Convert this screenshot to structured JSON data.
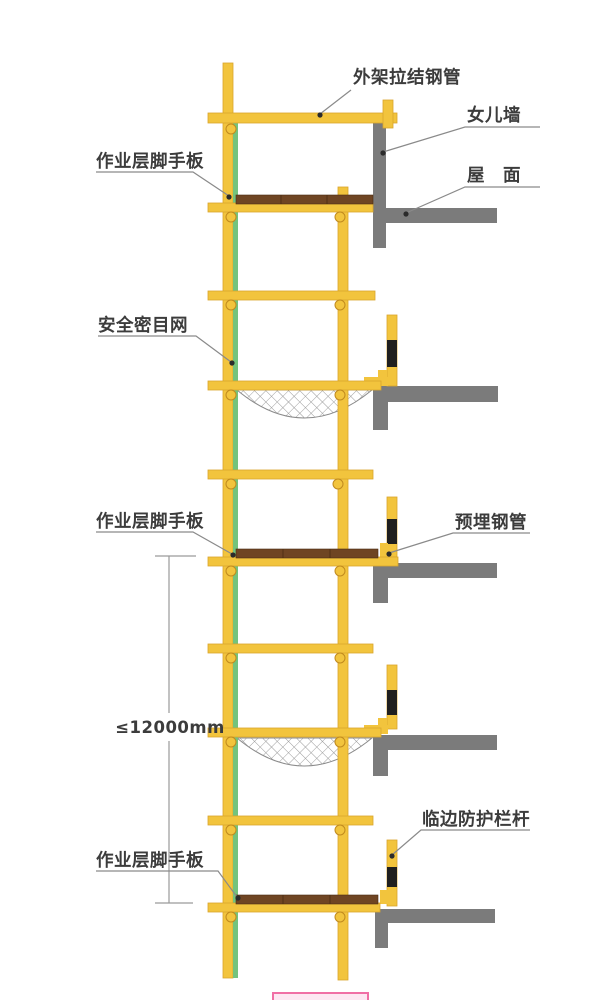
{
  "diagram": {
    "type": "construction-scaffold-safety-section",
    "labels": {
      "tie_pipe": "外架拉结钢管",
      "parapet": "女儿墙",
      "roof": "屋　面",
      "work_board_top": "作业层脚手板",
      "safety_net": "安全密目网",
      "work_board_mid": "作业层脚手板",
      "embedded_pipe": "预埋钢管",
      "edge_guardrail": "临边防护栏杆",
      "work_board_bottom": "作业层脚手板",
      "dimension": "≤12000mm"
    },
    "colors": {
      "scaffold_yellow": "#F2C43D",
      "slab_gray": "#7B7B7B",
      "safety_mesh_green": "#74C37C",
      "board_brown": "#6F4523",
      "stripe_black": "#1F1F1F",
      "label_text": "#3C3C3C",
      "leader_gray": "#8A8A8A",
      "watermark_pink": "#F06FA5",
      "background": "#FFFFFF"
    }
  }
}
